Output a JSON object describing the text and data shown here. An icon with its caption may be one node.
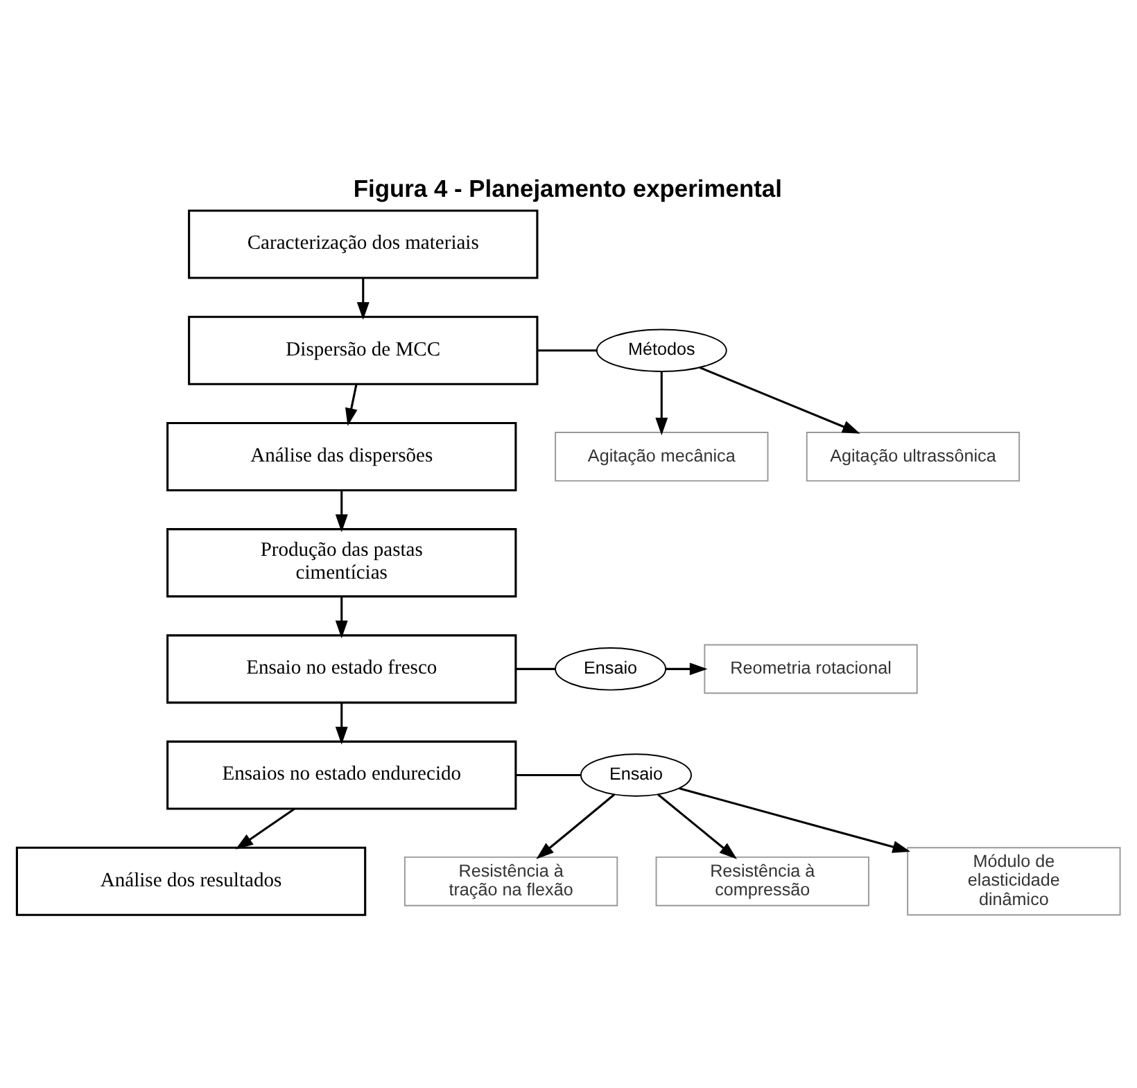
{
  "diagram": {
    "title": "Figura 4 - Planejamento experimental",
    "nodes": [
      {
        "text": [
          "Caracterização dos materiais"
        ]
      },
      {
        "text": [
          "Dispersão de MCC"
        ]
      },
      {
        "text": [
          "Métodos"
        ]
      },
      {
        "text": [
          "Agitação mecânica"
        ]
      },
      {
        "text": [
          "Agitação ultrassônica"
        ]
      },
      {
        "text": [
          "Análise das dispersões"
        ]
      },
      {
        "text": [
          "Produção das pastas cimentícias"
        ]
      },
      {
        "text": [
          "Ensaio no estado fresco"
        ]
      },
      {
        "text": [
          "Ensaio"
        ]
      },
      {
        "text": [
          "Reometria rotacional"
        ]
      },
      {
        "text": [
          "Ensaios no estado endurecido"
        ]
      },
      {
        "text": [
          "Ensaio"
        ]
      },
      {
        "text": [
          "Resistência à tração na flexão"
        ]
      },
      {
        "text": [
          "Resistência à compressão"
        ]
      },
      {
        "text": [
          "Módulo de elasticidade dinâmico"
        ]
      },
      {
        "text": [
          "Análise dos resultados"
        ]
      }
    ],
    "edges": [
      {
        "from": 0,
        "to": 1,
        "arrow": "to"
      },
      {
        "from": 1,
        "to": 2,
        "arrow": "none"
      },
      {
        "from": 2,
        "to": 3,
        "arrow": "to"
      },
      {
        "from": 2,
        "to": 4,
        "arrow": "to"
      },
      {
        "from": 1,
        "to": 5,
        "arrow": "to"
      },
      {
        "from": 5,
        "to": 6,
        "arrow": "to"
      },
      {
        "from": 6,
        "to": 7,
        "arrow": "to"
      },
      {
        "from": 7,
        "to": 8,
        "arrow": "none"
      },
      {
        "from": 8,
        "to": 9,
        "arrow": "to"
      },
      {
        "from": 7,
        "to": 10,
        "arrow": "to"
      },
      {
        "from": 10,
        "to": 11,
        "arrow": "none"
      },
      {
        "from": 11,
        "to": 12,
        "arrow": "to"
      },
      {
        "from": 11,
        "to": 13,
        "arrow": "to"
      },
      {
        "from": 11,
        "to": 14,
        "arrow": "to"
      },
      {
        "from": 10,
        "to": 15,
        "arrow": "to"
      }
    ]
  }
}
